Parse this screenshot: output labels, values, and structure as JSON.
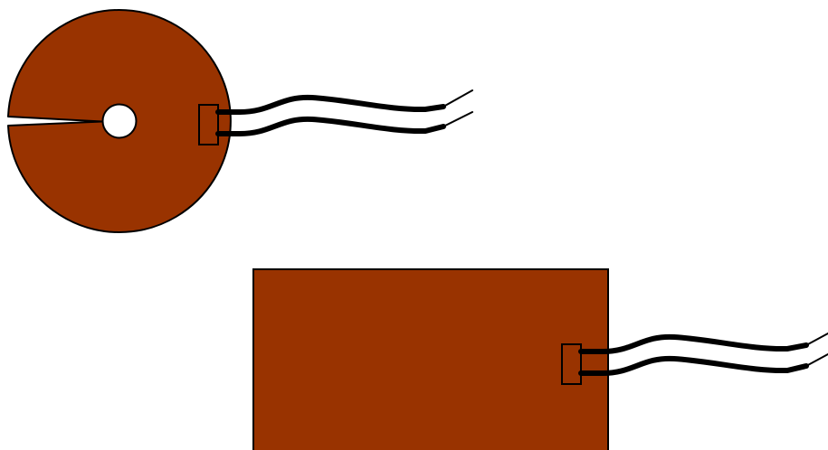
{
  "figure": {
    "background": "#ffffff",
    "heater_color": "#993300",
    "outline_color": "#000000",
    "lead_wire_color": "#000000"
  },
  "components": [
    {
      "kind": "round-heater-with-slot-and-center-hole",
      "connector": true,
      "lead_wires": 2
    },
    {
      "kind": "rectangular-heater",
      "connector": true,
      "lead_wires": 2
    }
  ]
}
